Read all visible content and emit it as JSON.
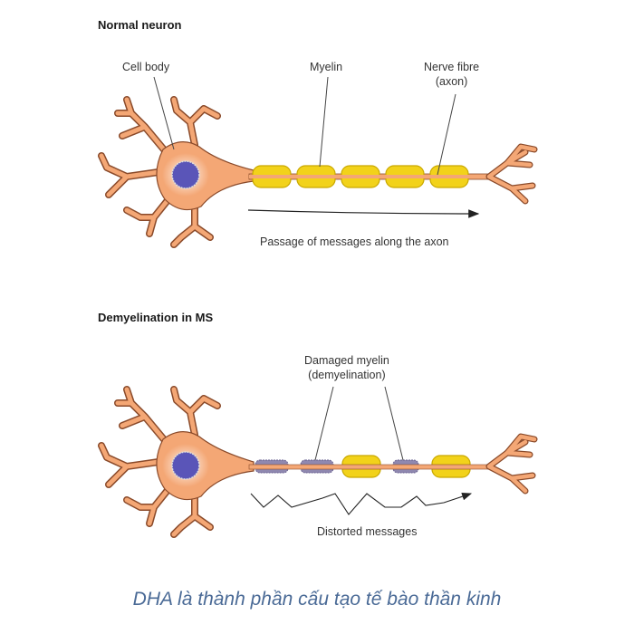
{
  "normal": {
    "title": "Normal neuron",
    "labels": {
      "cell_body": "Cell body",
      "myelin": "Myelin",
      "nerve_fibre_line1": "Nerve fibre",
      "nerve_fibre_line2": "(axon)",
      "passage": "Passage of messages along the axon"
    }
  },
  "ms": {
    "title": "Demyelination in MS",
    "labels": {
      "damaged_line1": "Damaged myelin",
      "damaged_line2": "(demyelination)",
      "distorted": "Distorted messages"
    }
  },
  "caption": "DHA là thành phần cấu tạo tế bào thần kinh",
  "colors": {
    "cell": "#f4a775",
    "cell_outline": "#8a4a2a",
    "nucleus": "#5a55b8",
    "myelin": "#f2d21a",
    "myelin_outline": "#c9a800",
    "damaged": "#8f88b0",
    "caption": "#4a6a96"
  }
}
